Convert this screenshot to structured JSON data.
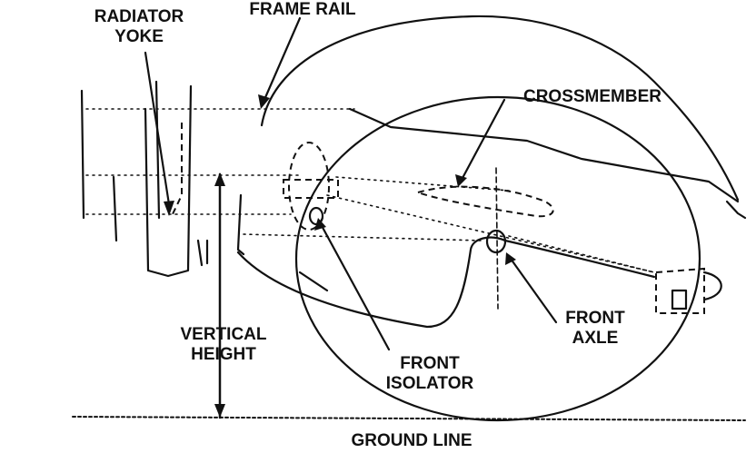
{
  "diagram": {
    "labels": {
      "radiator_yoke_line1": "RADIATOR",
      "radiator_yoke_line2": "YOKE",
      "frame_rail": "FRAME RAIL",
      "crossmember": "CROSSMEMBER",
      "front_axle_line1": "FRONT",
      "front_axle_line2": "AXLE",
      "vertical_height_line1": "VERTICAL",
      "vertical_height_line2": "HEIGHT",
      "front_isolator_line1": "FRONT",
      "front_isolator_line2": "ISOLATOR",
      "ground_line": "GROUND LINE"
    },
    "icons": [
      "tire-outline",
      "fender-arch",
      "radiator-yoke",
      "frame-rail",
      "crossmember",
      "front-isolator",
      "front-axle",
      "rear-isolator",
      "ground-line",
      "leader-arrow"
    ],
    "ink_color": "#111111",
    "background_color": "#ffffff"
  }
}
